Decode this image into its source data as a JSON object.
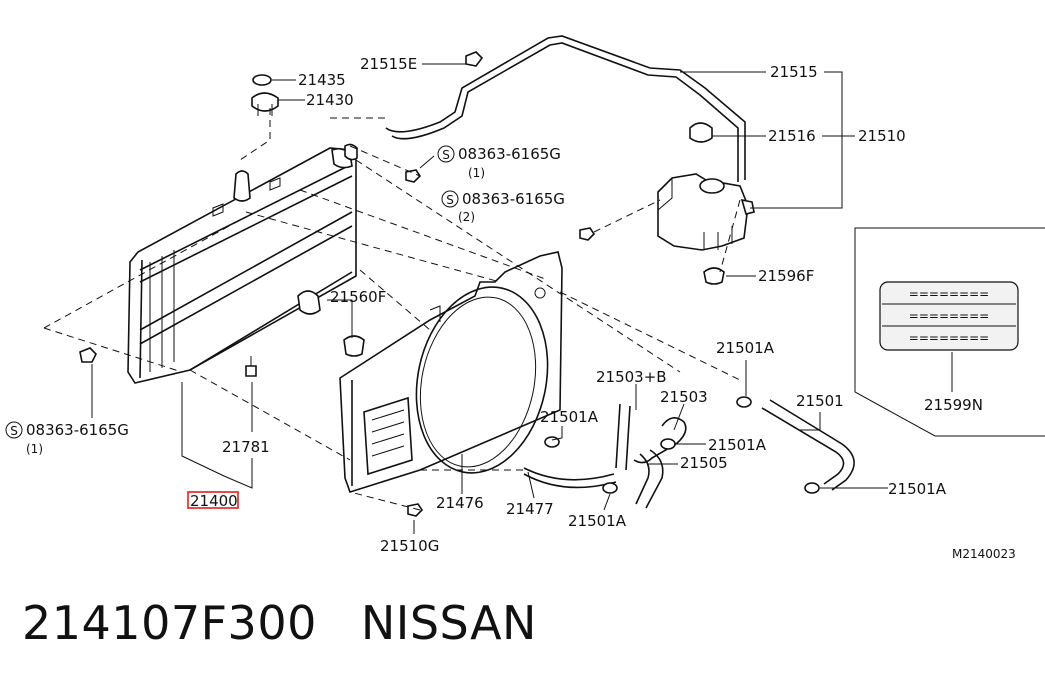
{
  "labels": {
    "p21515E": "21515E",
    "p21435": "21435",
    "p21430": "21430",
    "p21515": "21515",
    "p21516": "21516",
    "p21510": "21510",
    "bolt1_code": "08363-6165G",
    "bolt1_qty": "(1)",
    "bolt2_code": "08363-6165G",
    "bolt2_qty": "(2)",
    "bolt3_code": "08363-6165G",
    "bolt3_qty": "(1)",
    "bolt_symbol": "S",
    "p21596F": "21596F",
    "p21560F": "21560F",
    "p21599N": "21599N",
    "p21501A_top": "21501A",
    "p21501": "21501",
    "p21503B": "21503+B",
    "p21503": "21503",
    "p21501A_mid": "21501A",
    "p21501A_right": "21501A",
    "p21505": "21505",
    "p21501A_far": "21501A",
    "p21781": "21781",
    "p21400": "21400",
    "p21476": "21476",
    "p21477": "21477",
    "p21501A_bot": "21501A",
    "p21510G": "21510G",
    "diagram_code": "M2140023"
  },
  "footer": {
    "part_number": "214107F300",
    "brand": "NISSAN"
  },
  "colors": {
    "highlight": "#e02020",
    "ink": "#111111"
  }
}
